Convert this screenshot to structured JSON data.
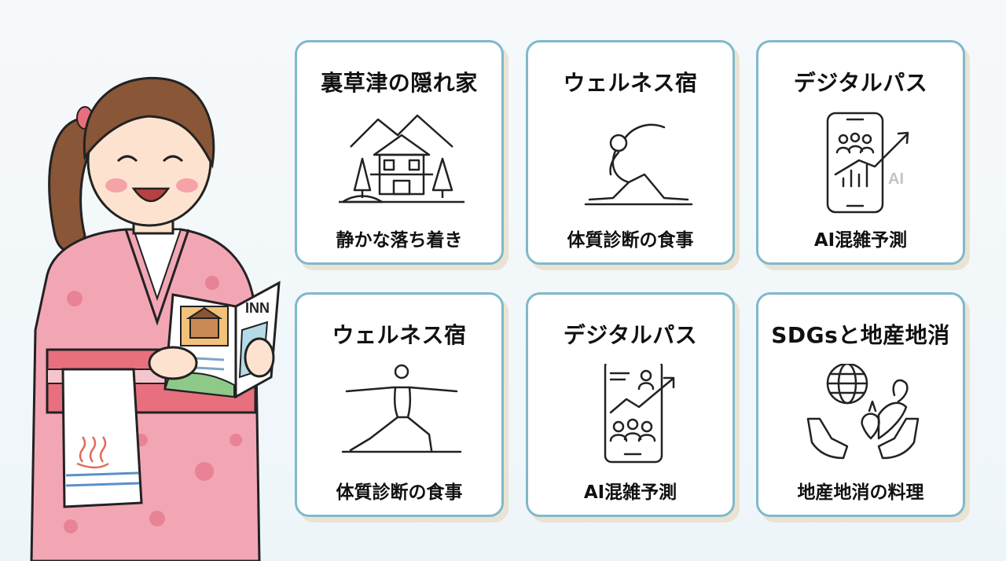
{
  "cards": [
    {
      "title": "裏草津の隠れ家",
      "icon": "mountain-inn-icon",
      "caption": "静かな落ち着き"
    },
    {
      "title": "ウェルネス宿",
      "icon": "yoga-side-stretch-icon",
      "caption": "体質診断の食事"
    },
    {
      "title": "デジタルパス",
      "icon": "smartphone-ai-chart-icon",
      "icon_label": "AI",
      "caption": "AI混雑予測"
    },
    {
      "title": "ウェルネス宿",
      "icon": "yoga-warrior-pose-icon",
      "caption": "体質診断の食事"
    },
    {
      "title": "デジタルパス",
      "icon": "smartphone-people-chart-icon",
      "caption": "AI混雑予測"
    },
    {
      "title": "SDGsと地産地消",
      "icon": "globe-vegetables-hands-icon",
      "caption": "地産地消の料理"
    }
  ],
  "brochure": {
    "sign": "INN"
  },
  "colors": {
    "card_border": "#7fb9c9",
    "card_shadow": "#eae3d3",
    "kimono": "#f2a6b4",
    "obi": "#e8707e"
  }
}
